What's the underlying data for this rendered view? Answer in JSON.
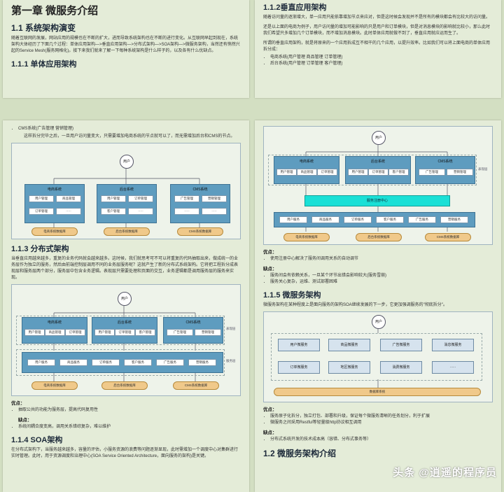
{
  "page1": {
    "chapter_title": "第一章 微服务介绍",
    "sec_1_1": "1.1 系统架构演变",
    "intro": "随着互联网的发展，网站应用的规模也在不断的扩大，进而导致系统架构也在不断的进行变化。从互联网早起到现在，系统架构大体经历了下面几个过程：单体应用架构—>垂直应用架构—>分布式架构—>SOA架构—>微服务架构，当然还有悄然兴起的Service Mesh(服务网格化)。接下来我们就来了解一下每种系统架构是什么样子的，以及各有什么优缺点。",
    "sec_1_1_1": "1.1.1 单体应用架构"
  },
  "page2": {
    "sec_1_1_2": "1.1.2垂直应用架构",
    "para1": "随着访问量的逐渐增大，单一应用只能依靠增加节点来应对，但是这时候会发现并不是所有的模块都会有比较大的访问量。",
    "para2": "还是以上面的电商为例子，用户访问量的增加可能影响的只是用户和订单模块，但是对消息模块的影响就比较小，那么此时我们希望只多增加几个订单模块，而不增加消息模块。此时单体应用就做不到了，垂直应用就应运而生了。",
    "para3": "所谓的垂直应用架构，就是将原来的一个应用拆成互不相干的几个应用，以提升效率。比如我们可以将上面电商的单体应用拆分成：",
    "items": [
      "电商系统(用户管理 商品管理 订单管理)",
      "后台系统(用户管理 订单管理 客户管理)"
    ]
  },
  "page3": {
    "top_item": "CMS系统(广告管理 营销管理)",
    "top_desc": "这样拆分完毕之后，一旦用户访问量变大，只需要增加电商系统的节点就可以了，而无需增加后台和CMS的节点。",
    "diag1": {
      "user": "用户",
      "systems": [
        {
          "name": "电商系统",
          "mods": [
            "用户管理",
            "商品管理",
            "订单管理",
            "·····"
          ],
          "db": "电商系统数据库"
        },
        {
          "name": "后台系统",
          "mods": [
            "用户管理",
            "订单管理",
            "客户管理",
            "·····"
          ],
          "db": "后台系统数据库"
        },
        {
          "name": "CMS系统",
          "mods": [
            "广告管理",
            "营销管理",
            "·····",
            "·····"
          ],
          "db": "CMS系统数据库"
        }
      ]
    },
    "sec_1_1_3": "1.1.3 分布式架构",
    "para_dist": "当垂直应用越来越多，重复的业务代码就会越来越多。这时候，我们就思考可不可以将重复的代码抽取出来，做成统一的业务层作为独立的服务，然后由前端控制层调用不同的业务层服务呢？这就产生了新的分布式系统架构。它将把工程拆分成表现层和服务层两个部分，服务层中包含业务逻辑。表现层只需要处理和页面的交互，业务逻辑都是调用服务层的服务来实现。",
    "diag2": {
      "user": "用户",
      "systems": [
        "电商系统",
        "后台系统",
        "CMS系统"
      ],
      "mods": [
        "用户管理",
        "商品管理",
        "订单管理",
        "用户管理",
        "订单管理",
        "客户管理",
        "广告管理",
        "营销管理"
      ],
      "services": [
        "用户服务",
        "商品服务",
        "订单服务",
        "客户服务",
        "广告服务",
        "营销服务"
      ],
      "dbs": [
        "电商系统数据库",
        "后台系统数据库",
        "CMS系统数据库"
      ],
      "layer1": "表现层",
      "layer2": "服务层"
    },
    "pros_label": "优点：",
    "pros": [
      "抽取公共的功能为服务层，提高代码复用性"
    ],
    "cons_label": "缺点：",
    "cons": [
      "系统间耦合度变高，调用关系错综复杂，难以维护"
    ],
    "sec_1_1_4": "1.1.4 SOA架构",
    "para_soa": "在分布式架构下，当服务越来越多，容量的评估，小服务资源的浪费等问题逐渐显现，此时需增加一个调度中心对集群进行实时管理。此时，用于资源调度和治理中心(SOA Service Oriented Architecture，面向服务的架构)是关键。"
  },
  "page4": {
    "diag3": {
      "user": "用户",
      "systems": [
        "电商系统",
        "后台系统",
        "CMS系统"
      ],
      "mods": [
        "用户管理",
        "商品管理",
        "订单管理",
        "用户管理",
        "订单管理",
        "客户管理",
        "广告管理",
        "营销管理"
      ],
      "registry": "服务注册中心",
      "services": [
        "用户服务",
        "商品服务",
        "订单服务",
        "客户服务",
        "广告服务",
        "营销服务"
      ],
      "dbs": [
        "电商系统数据库",
        "后台系统数据库",
        "CMS系统数据库"
      ],
      "layer": "表现层"
    },
    "pros_label": "优点：",
    "pros": [
      "使用注册中心解决了服务间调用关系的自动调节"
    ],
    "cons_label": "缺点：",
    "cons": [
      "服务间会有依赖关系，一旦某个环节出错会影响较大(服务雪崩)",
      "服务关心复杂，运维、测试部署困难"
    ],
    "sec_1_1_5": "1.1.5 微服务架构",
    "para_ms": "微服务架构在某种程度上是面向服务的架构SOA继续发展的下一步，它更加强调服务的\"彻底拆分\"。",
    "diag4": {
      "user": "用户",
      "services": [
        "用户微服务",
        "商品微服务",
        "广告微服务",
        "消息微服务",
        "订单微服务",
        "地区微服务",
        "消费微服务",
        "·····"
      ],
      "db": "数据库系统"
    },
    "pros_label2": "优点：",
    "pros2": [
      "服务原子化拆分，独立打包、部署和升级，保证每个微服务清晰的任务划分，利于扩展",
      "微服务之间采用Restful等轻量级http协议相互调用"
    ],
    "cons_label2": "缺点：",
    "cons2": [
      "分布式系统开发的技术成本高（容错、分布式事务等）"
    ],
    "sec_1_2": "1.2 微服务架构介绍",
    "watermark": "头条 @逍遥的程序员"
  }
}
